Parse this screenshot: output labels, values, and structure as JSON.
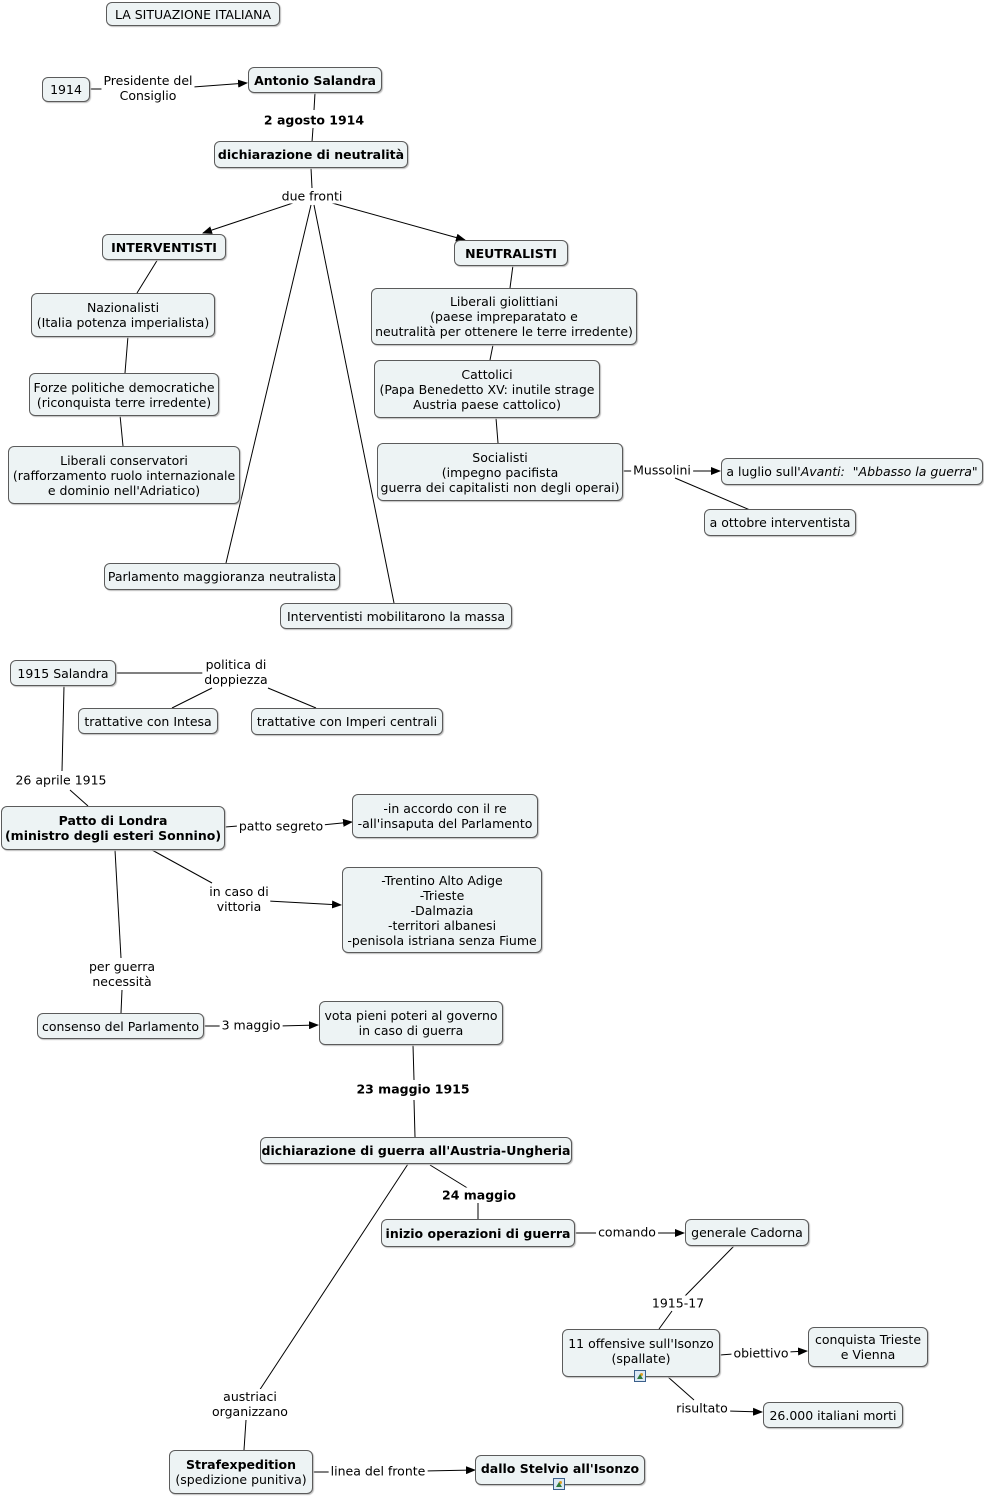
{
  "title": "LA SITUAZIONE ITALIANA",
  "nodes": {
    "y1914": "1914",
    "salandra": "Antonio Salandra",
    "neutralita": "dichiarazione di neutralità",
    "interventisti": "INTERVENTISTI",
    "neutralisti": "NEUTRALISTI",
    "nazionalisti": "Nazionalisti\n(Italia potenza imperialista)",
    "forze": "Forze politiche democratiche\n(riconquista terre irredente)",
    "liberali_cons": "Liberali conservatori\n(rafforzamento ruolo internazionale\ne dominio nell'Adriatico)",
    "liberali_giol": "Liberali giolittiani\n(paese impreparatato e\nneutralità per ottenere le terre irredente)",
    "cattolici": "Cattolici\n(Papa Benedetto XV: inutile strage\nAustria paese cattolico)",
    "socialisti": "Socialisti\n(impegno pacifista\nguerra dei capitalisti non degli operai)",
    "luglio_pre": "a luglio sull'",
    "luglio_italic": "Avanti:  \"Abbasso la guerra\"",
    "ottobre": "a ottobre interventista",
    "parlamento_magg": "Parlamento maggioranza neutralista",
    "interv_mobil": "Interventisti mobilitarono la massa",
    "salandra1915": "1915 Salandra",
    "tratt_intesa": "trattative con Intesa",
    "tratt_imperi": "trattative con Imperi centrali",
    "patto": "Patto di Londra\n(ministro degli esteri Sonnino)",
    "accordo": "-in accordo con il re\n-all'insaputa del Parlamento",
    "territori": "-Trentino Alto Adige\n-Trieste\n-Dalmazia\n-territori albanesi\n-penisola istriana senza Fiume",
    "consenso": "consenso del Parlamento",
    "vota": "vota pieni poteri al governo\nin caso di guerra",
    "dich_guerra": "dichiarazione di guerra all'Austria-Ungheria",
    "inizio": "inizio operazioni di guerra",
    "cadorna": "generale Cadorna",
    "offensive": "11 offensive sull'Isonzo\n(spallate)",
    "conquista": "conquista Trieste\ne Vienna",
    "morti": "26.000 italiani morti",
    "strafe": "Strafexpedition",
    "strafe_sub": "(spedizione punitiva)",
    "stelvio": "dallo Stelvio all'Isonzo"
  },
  "links": {
    "presidente": "Presidente del\nConsiglio",
    "agosto": "2 agosto 1914",
    "fronti": "due fronti",
    "mussolini": "Mussolini",
    "doppiezza": "politica di\ndoppiezza",
    "aprile": "26 aprile 1915",
    "segreto": "patto segreto",
    "vittoria": "in caso di\nvittoria",
    "necessita": "per guerra\nnecessità",
    "maggio3": "3 maggio",
    "maggio23": "23 maggio 1915",
    "maggio24": "24 maggio",
    "comando": "comando",
    "anni": "1915-17",
    "obiettivo": "obiettivo",
    "risultato": "risultato",
    "austriaci": "austriaci\norganizzano",
    "fronte": "linea del fronte"
  },
  "icons": [
    "image-icon"
  ]
}
